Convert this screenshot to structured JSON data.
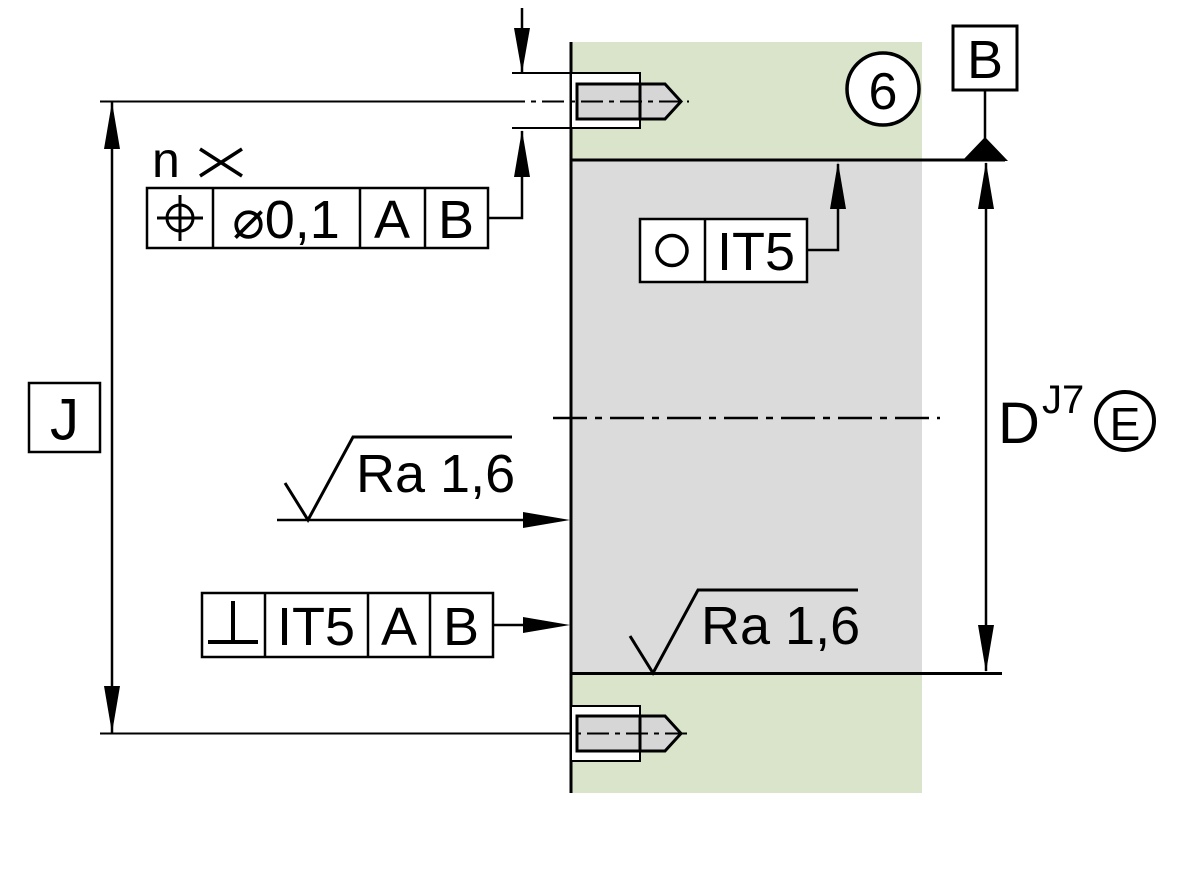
{
  "drawing_type": "bearing-seat-tolerance-diagram",
  "colors": {
    "housing": "#d9e4cb",
    "bore": "#dbdbdb",
    "screw": "#d6d6d6",
    "line": "#000000",
    "frame_fill": "#ffffff"
  },
  "callout": {
    "number": "6"
  },
  "datum_top": {
    "letter": "B"
  },
  "dimensions": {
    "outer_width_label": "J",
    "bore_diameter": {
      "letter": "D",
      "fit_superscript": "J7",
      "envelope_symbol": "E"
    }
  },
  "hole_pattern": {
    "count_variable": "n",
    "times_symbol": "×"
  },
  "frames": {
    "position": {
      "symbol_icon": "position-tolerance-icon",
      "tolerance": "⌀0,1",
      "datum_a": "A",
      "datum_b": "B"
    },
    "circularity": {
      "symbol_icon": "circularity-icon",
      "tolerance": "IT5"
    },
    "perpendicularity": {
      "symbol_icon": "perpendicularity-icon",
      "tolerance": "IT5",
      "datum_a": "A",
      "datum_b": "B"
    }
  },
  "surface_finish": {
    "bore_side": "Ra 1,6",
    "bore_bottom": "Ra 1,6"
  }
}
